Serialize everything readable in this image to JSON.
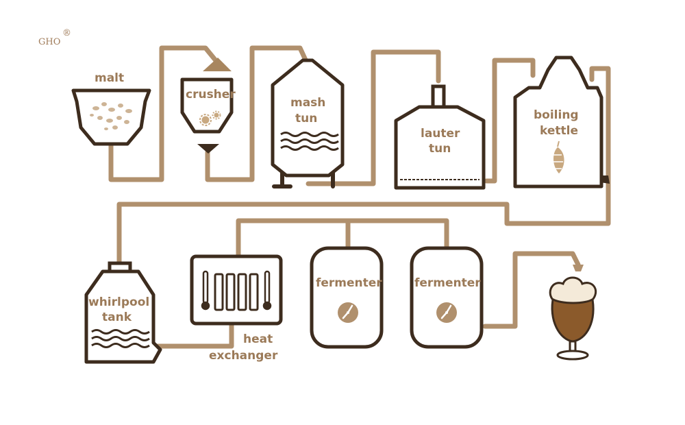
{
  "brand": {
    "logo": "GHO",
    "reg_mark": "®"
  },
  "colors": {
    "outline": "#3d2c1e",
    "pipe": "#b0906d",
    "label": "#9b7a58",
    "accent": "#c8a880"
  },
  "labels": {
    "malt": "malt",
    "crusher": "crusher",
    "mash_tun": [
      "mash",
      "tun"
    ],
    "lauter_tun": [
      "lauter",
      "tun"
    ],
    "boiling_kettle": [
      "boiling",
      "kettle"
    ],
    "whirlpool_tank": [
      "whirlpool",
      "tank"
    ],
    "heat_exchanger": [
      "heat",
      "exchanger"
    ],
    "fermenter_1": "fermenter",
    "fermenter_2": "fermenter"
  },
  "icons": {
    "malt": "malt-grain-icon",
    "crusher": "gears-icon",
    "mash_tun": "liquid-waves-icon",
    "boiling_kettle": "hop-cone-icon",
    "whirlpool": "liquid-waves-icon",
    "heat_exchanger": "thermometer-icon",
    "fermenter": "gauge-icon",
    "beer": "beer-glass-icon"
  }
}
